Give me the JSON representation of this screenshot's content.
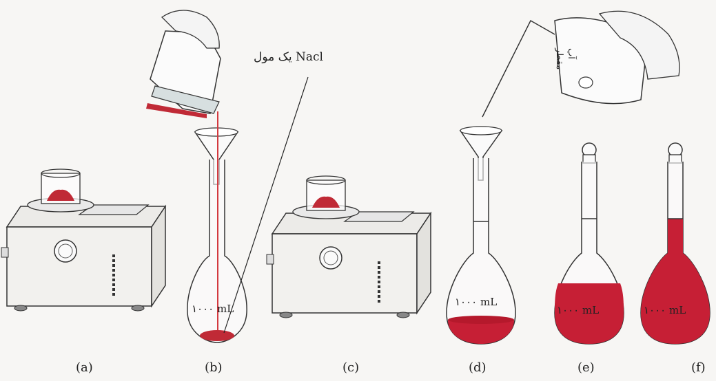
{
  "figure": {
    "captions": {
      "a": "(a)",
      "b": "(b)",
      "c": "(c)",
      "d": "(d)",
      "e": "(e)",
      "f": "(f)"
    },
    "flask_volume_label": "۱۰۰۰ mL",
    "salt_annotation": "یک مول Nacl",
    "bottle_label_line1": "آب",
    "bottle_label_line2": "مقطر",
    "colors": {
      "solution": "#c61f35",
      "salt": "#c02a36",
      "outline": "#333333",
      "background": "#f7f6f4"
    }
  }
}
